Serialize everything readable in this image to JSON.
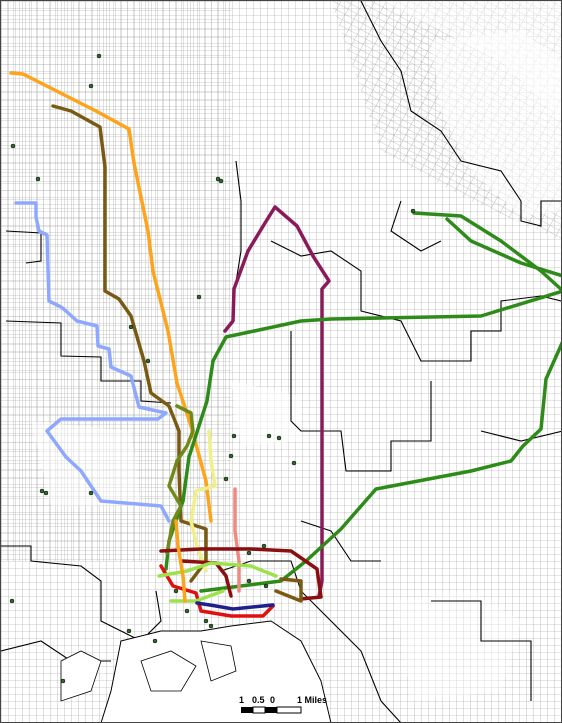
{
  "map": {
    "colors": {
      "background": "#ffffff",
      "street_grid": "#9a9a9a",
      "boundary": "#000000",
      "water": "#ffffff",
      "stop_marker": "#2f6b2f"
    },
    "routes": [
      {
        "id": "orange",
        "color": "#ffa31a"
      },
      {
        "id": "brown",
        "color": "#7a5a12"
      },
      {
        "id": "light-blue",
        "color": "#8fa8ff"
      },
      {
        "id": "purple",
        "color": "#8a1a5a"
      },
      {
        "id": "green",
        "color": "#2e8b1a"
      },
      {
        "id": "olive",
        "color": "#6f8a1a"
      },
      {
        "id": "pale-yellow",
        "color": "#f0f08a"
      },
      {
        "id": "salmon",
        "color": "#f08a80"
      },
      {
        "id": "red",
        "color": "#e01010"
      },
      {
        "id": "lime",
        "color": "#9ce24a"
      },
      {
        "id": "dark-red",
        "color": "#8a1010"
      },
      {
        "id": "navy",
        "color": "#20208a"
      }
    ],
    "scale_bar": {
      "labels": [
        "1",
        "0.5",
        "0",
        "1 Miles"
      ]
    }
  }
}
